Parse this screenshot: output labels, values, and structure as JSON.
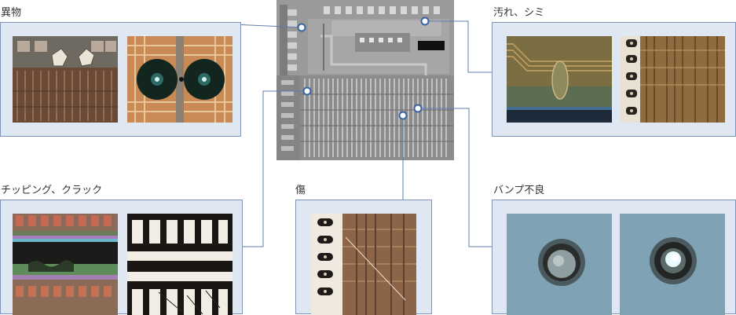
{
  "labels": {
    "foreign_matter": "異物",
    "stain_spot": "汚れ、シミ",
    "chipping_crack": "チッピング、クラック",
    "scratch": "傷",
    "bump_defect": "バンプ不良"
  },
  "colors": {
    "panel_bg": "#dfe7f2",
    "panel_border": "#7f95b8",
    "leader_line": "#5f7fae",
    "marker_fill": "#ffffff",
    "marker_stroke": "#3a63a3",
    "text": "#333333"
  }
}
